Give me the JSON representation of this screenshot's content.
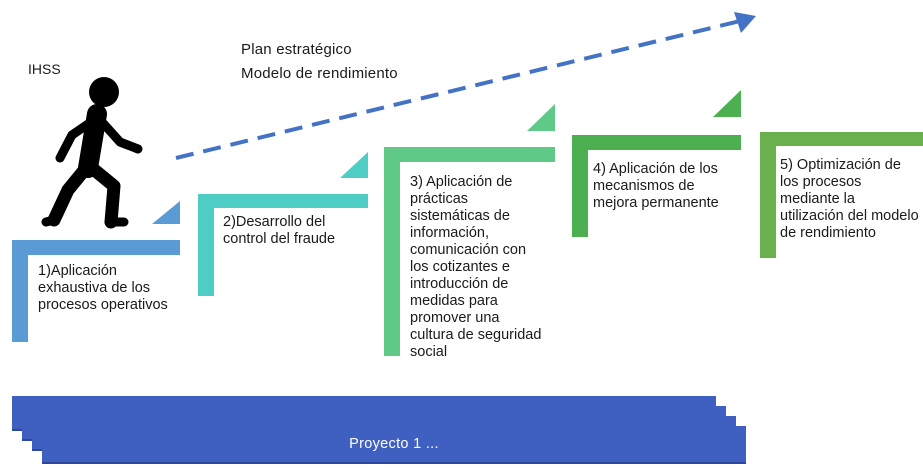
{
  "organization": "IHSS",
  "plan": {
    "line1": "Plan estratégico",
    "line2": "Modelo de rendimiento"
  },
  "steps": [
    {
      "label": "1)Aplicación exhaustiva de los procesos operativos",
      "color": "#5b9bd5"
    },
    {
      "label": "2)Desarrollo del control del fraude",
      "color": "#4ecdc4"
    },
    {
      "label": "3) Aplicación de prácticas sistemáticas de información, comunicación con los cotizantes e introducción de medidas para promover una cultura de seguridad social",
      "color": "#5fc987"
    },
    {
      "label": "4) Aplicación de los mecanismos de mejora permanente",
      "color": "#4caf50"
    },
    {
      "label": "5) Optimización de los procesos mediante la utilización del modelo de rendimiento",
      "color": "#6ab04c"
    }
  ],
  "project_bar": {
    "label": "Proyecto 1 ...",
    "color": "#3f5fc1"
  },
  "icons": [
    "walking-person-icon",
    "dashed-arrow-icon"
  ]
}
